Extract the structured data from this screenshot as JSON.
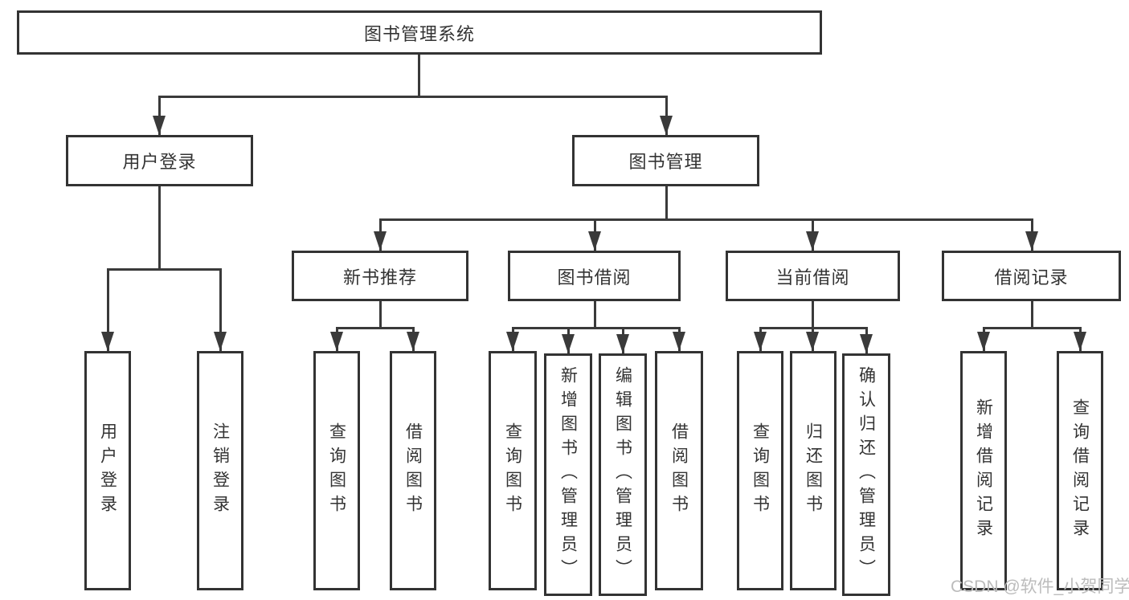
{
  "tree": {
    "label": "图书管理系统",
    "children": [
      {
        "label": "用户登录",
        "children": [
          {
            "label": "用户登录"
          },
          {
            "label": "注销登录"
          }
        ]
      },
      {
        "label": "图书管理",
        "children": [
          {
            "label": "新书推荐",
            "children": [
              {
                "label": "查询图书"
              },
              {
                "label": "借阅图书"
              }
            ]
          },
          {
            "label": "图书借阅",
            "children": [
              {
                "label": "查询图书"
              },
              {
                "label": "新增图书（管理员）"
              },
              {
                "label": "编辑图书（管理员）"
              },
              {
                "label": "借阅图书"
              }
            ]
          },
          {
            "label": "当前借阅",
            "children": [
              {
                "label": "查询图书"
              },
              {
                "label": "归还图书"
              },
              {
                "label": "确认归还（管理员）"
              }
            ]
          },
          {
            "label": "借阅记录",
            "children": [
              {
                "label": "新增借阅记录"
              },
              {
                "label": "查询借阅记录"
              }
            ]
          }
        ]
      }
    ]
  },
  "colors": {
    "line": "#3a3a3a",
    "box_border": "#333333",
    "text": "#333333",
    "watermark_text": "#bcbcbc",
    "background": "#ffffff"
  },
  "watermark": "CSDN @软件_小贺同学"
}
